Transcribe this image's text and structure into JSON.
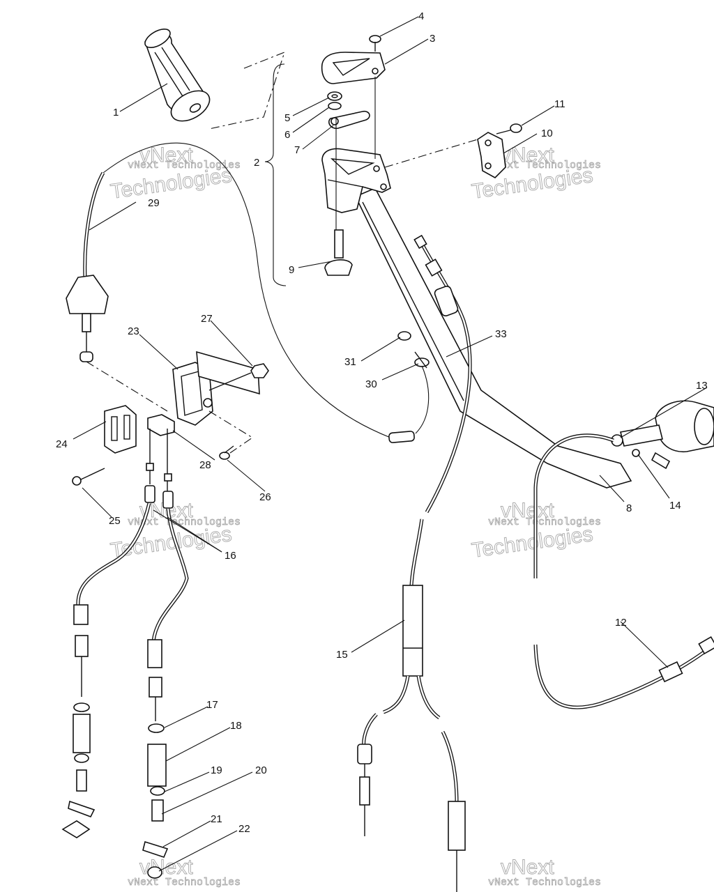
{
  "callouts": [
    {
      "id": "1",
      "text": "1"
    },
    {
      "id": "2",
      "text": "2"
    },
    {
      "id": "3",
      "text": "3"
    },
    {
      "id": "4",
      "text": "4"
    },
    {
      "id": "5",
      "text": "5"
    },
    {
      "id": "6",
      "text": "6"
    },
    {
      "id": "7",
      "text": "7"
    },
    {
      "id": "8",
      "text": "8"
    },
    {
      "id": "9",
      "text": "9"
    },
    {
      "id": "10",
      "text": "10"
    },
    {
      "id": "11",
      "text": "11"
    },
    {
      "id": "12",
      "text": "12"
    },
    {
      "id": "13",
      "text": "13"
    },
    {
      "id": "14",
      "text": "14"
    },
    {
      "id": "15",
      "text": "15"
    },
    {
      "id": "16",
      "text": "16"
    },
    {
      "id": "17",
      "text": "17"
    },
    {
      "id": "18",
      "text": "18"
    },
    {
      "id": "19",
      "text": "19"
    },
    {
      "id": "20",
      "text": "20"
    },
    {
      "id": "21",
      "text": "21"
    },
    {
      "id": "22",
      "text": "22"
    },
    {
      "id": "23",
      "text": "23"
    },
    {
      "id": "24",
      "text": "24"
    },
    {
      "id": "25",
      "text": "25"
    },
    {
      "id": "26",
      "text": "26"
    },
    {
      "id": "27",
      "text": "27"
    },
    {
      "id": "28",
      "text": "28"
    },
    {
      "id": "29",
      "text": "29"
    },
    {
      "id": "30",
      "text": "30"
    },
    {
      "id": "31",
      "text": "31"
    },
    {
      "id": "33",
      "text": "33"
    }
  ],
  "watermark": {
    "line1": "vNext Technologies",
    "line2": "vNext",
    "line3": "Technologies"
  }
}
